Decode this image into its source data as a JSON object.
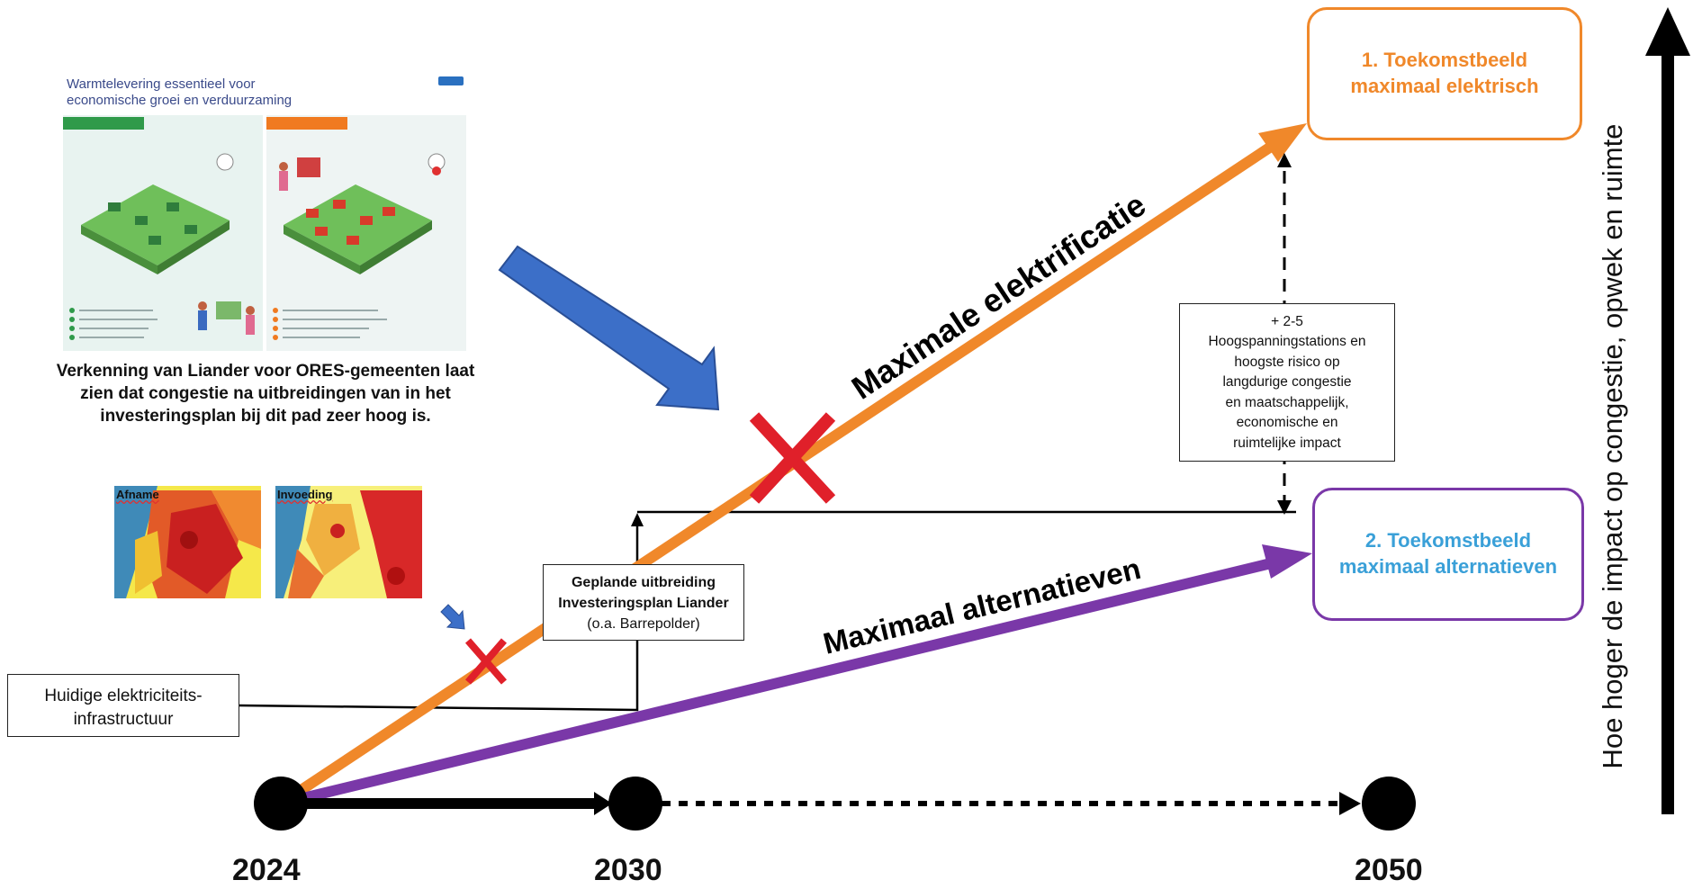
{
  "colors": {
    "orange": "#f0882a",
    "purple": "#7a38a8",
    "blue": "#3c6fc8",
    "red": "#e0202a",
    "black": "#000000",
    "label_orange": "#f0882a",
    "label_blue": "#3aa0d8"
  },
  "paths": {
    "orange_label": "Maximale elektrificatie",
    "purple_label": "Maximaal alternatieven"
  },
  "futures": {
    "electric": {
      "line1": "1. Toekomstbeeld",
      "line2": "maximaal elektrisch"
    },
    "alternatives": {
      "line1": "2. Toekomstbeeld",
      "line2": "maximaal alternatieven"
    }
  },
  "boxes": {
    "current": {
      "line1": "Huidige elektriciteits-",
      "line2": "infrastructuur"
    },
    "planned": {
      "line1": "Geplande uitbreiding",
      "line2": "Investeringsplan Liander",
      "line3": "(o.a. Barrepolder)"
    },
    "impact": {
      "line1": "+ 2-5",
      "line2": "Hoogspanningstations en",
      "line3": "hoogste risico op",
      "line4": "langdurige congestie",
      "line5": "en  maatschappelijk,",
      "line6": "economische en",
      "line7": "ruimtelijke impact"
    }
  },
  "report": {
    "title_line1": "Warmtelevering essentieel voor",
    "title_line2": "economische groei en verduurzaming",
    "caption_line1": "Verkenning van Liander voor ORES-gemeenten laat",
    "caption_line2": "zien dat congestie na uitbreidingen van in het",
    "caption_line3": "investeringsplan bij dit pad zeer hoog is."
  },
  "maps": {
    "left_label": "Afname",
    "right_label": "Invoeding"
  },
  "timeline": {
    "years": [
      "2024",
      "2030",
      "2050"
    ]
  },
  "axis": {
    "label": "Hoe hoger de impact op congestie, opwek en ruimte"
  }
}
